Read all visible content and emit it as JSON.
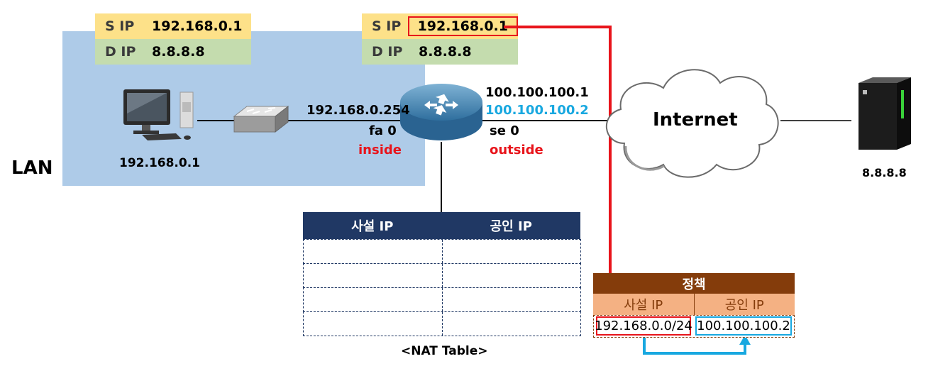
{
  "lan": {
    "label": "LAN"
  },
  "packet_before": {
    "s_key": "S IP",
    "s_val": "192.168.0.1",
    "d_key": "D IP",
    "d_val": "8.8.8.8"
  },
  "packet_after": {
    "s_key": "S IP",
    "s_val": "192.168.0.1",
    "d_key": "D IP",
    "d_val": "8.8.8.8"
  },
  "pc": {
    "ip": "192.168.0.1"
  },
  "router": {
    "inside_ip": "192.168.0.254",
    "inside_if": "fa 0",
    "inside_label": "inside",
    "outside_ip_1": "100.100.100.1",
    "outside_ip_2": "100.100.100.2",
    "outside_if": "se 0",
    "outside_label": "outside"
  },
  "cloud": {
    "label": "Internet"
  },
  "server": {
    "ip": "8.8.8.8"
  },
  "nat_table": {
    "headers": [
      "사설 IP",
      "공인 IP"
    ],
    "caption": "<NAT Table>"
  },
  "policy": {
    "title": "정책",
    "headers": [
      "사설 IP",
      "공인 IP"
    ],
    "private": "192.168.0.0/24",
    "public": "100.100.100.2"
  },
  "colors": {
    "lan_bg": "#aecbe8",
    "nat_header": "#203864",
    "policy_title": "#843c0b",
    "policy_header": "#f4b183",
    "highlight_red": "#e8141b",
    "highlight_cyan": "#18a8e0"
  }
}
